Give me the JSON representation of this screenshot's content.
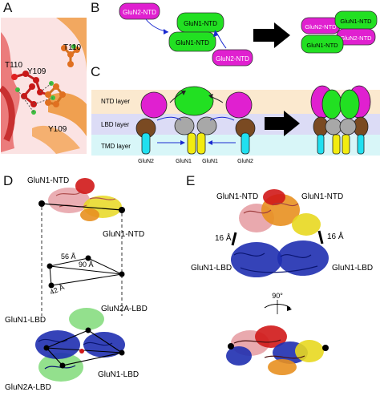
{
  "panels": {
    "A": {
      "letter": "A",
      "residues": [
        "T110",
        "T110",
        "Y109",
        "Y109"
      ]
    },
    "B": {
      "letter": "B",
      "subunits": [
        "GluN2-NTD",
        "GluN1-NTD",
        "GluN1-NTD",
        "GluN2-NTD"
      ],
      "after_subunits": [
        "GluN2-NTD",
        "GluN1-NTD",
        "GluN2-NTD",
        "GluN1-NTD"
      ]
    },
    "C": {
      "letter": "C",
      "layers": [
        "NTD layer",
        "LBD layer",
        "TMD layer"
      ],
      "subunit_labels": [
        "GluN2",
        "GluN1",
        "GluN1",
        "GluN2"
      ]
    },
    "D": {
      "letter": "D",
      "top_labels": [
        "GluN1-NTD",
        "GluN1-NTD"
      ],
      "distances": [
        "56 Å",
        "90 Å",
        "42 Å"
      ],
      "bottom_labels": [
        "GluN1-LBD",
        "GluN2A-LBD",
        "GluN2A-LBD",
        "GluN1-LBD"
      ]
    },
    "E": {
      "letter": "E",
      "top_labels": [
        "GluN1-NTD",
        "GluN1-NTD"
      ],
      "distances": [
        "16 Å",
        "16 Å"
      ],
      "lbd_labels": [
        "GluN1-LBD",
        "GluN1-LBD"
      ],
      "rotation": "90°"
    }
  },
  "colors": {
    "magenta": "#e020d0",
    "green": "#22e022",
    "brown": "#7a4a22",
    "gray": "#a8a8a8",
    "yellow": "#f2ec10",
    "cyan": "#20e0f0",
    "ntd_band": "#fbe9cf",
    "lbd_band": "#dcdcf6",
    "tmd_band": "#d8f6f8",
    "blue_ribbon": "#1f2fb0",
    "red_ribbon": "#d01818",
    "pink_ribbon": "#e59aa0",
    "green_ribbon": "#78d870",
    "yellow_ribbon": "#e8d820",
    "orange_ribbon": "#e89020"
  }
}
